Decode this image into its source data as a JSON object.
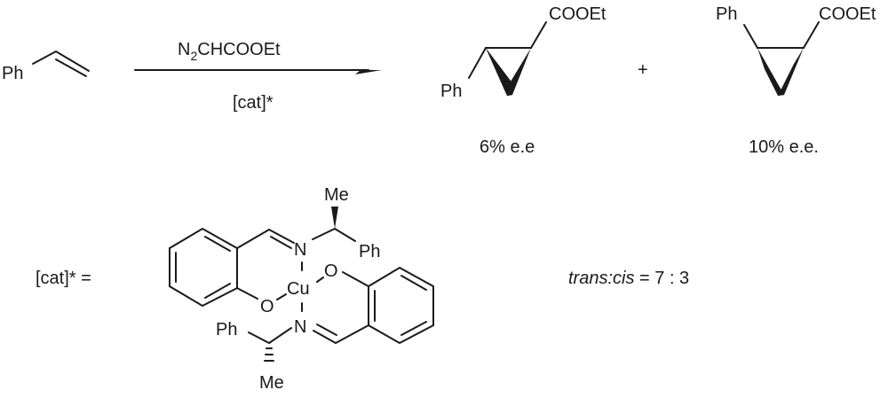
{
  "reaction": {
    "reactant": {
      "substituent": "Ph"
    },
    "reagent_above": {
      "main": "N",
      "subscript": "2",
      "rest": "CHCOOEt"
    },
    "reagent_below": "[cat]*",
    "plus": "+",
    "products": [
      {
        "ester": "COOEt",
        "substituent": "Ph",
        "ee_label": "6% e.e"
      },
      {
        "ester": "COOEt",
        "substituent": "Ph",
        "ee_label": "10% e.e."
      }
    ]
  },
  "catalyst": {
    "label": "[cat]* =",
    "metal": "Cu",
    "atoms": {
      "n_top": "N",
      "n_bottom": "N",
      "o_left": "O",
      "o_right": "O",
      "me_top": "Me",
      "me_bottom": "Me",
      "ph_top": "Ph",
      "ph_bottom": "Ph"
    }
  },
  "selectivity": {
    "ratio_name": "trans:cis",
    "ratio_value": " = 7 : 3"
  }
}
